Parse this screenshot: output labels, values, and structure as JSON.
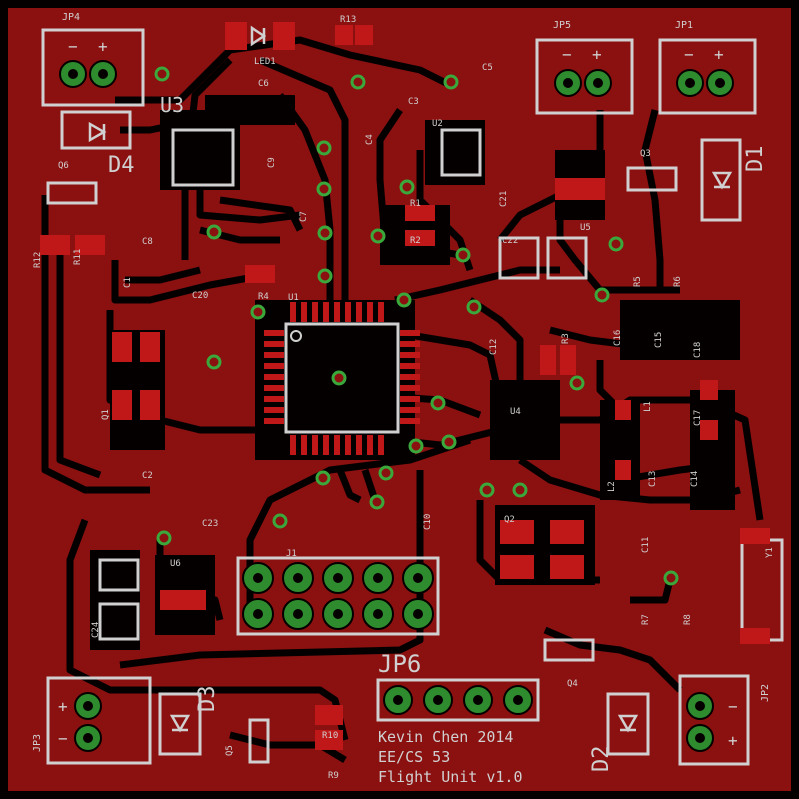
{
  "colors": {
    "copper": "#8b1010",
    "board_bg": "#050000",
    "pad": "#c01818",
    "silk": "#d0d0d0",
    "via": "#3aa83a",
    "pad_ring": "#2e8b2e"
  },
  "silkscreen": {
    "credit_line1": "Kevin Chen 2014",
    "credit_line2": "EE/CS 53",
    "credit_line3": "Flight Unit v1.0"
  },
  "labels": {
    "jp4": "JP4",
    "jp5": "JP5",
    "jp1": "JP1",
    "jp3": "JP3",
    "jp2": "JP2",
    "jp6": "JP6",
    "u1": "U1",
    "u2": "U2",
    "u3": "U3",
    "u4": "U4",
    "u5": "U5",
    "u6": "U6",
    "d1": "D1",
    "d2": "D2",
    "d3": "D3",
    "d4": "D4",
    "q1": "Q1",
    "q2": "Q2",
    "q3": "Q3",
    "q4": "Q4",
    "q5": "Q5",
    "q6": "Q6",
    "r1": "R1",
    "r2": "R2",
    "r3": "R3",
    "r4": "R4",
    "r5": "R5",
    "r6": "R6",
    "r7": "R7",
    "r8": "R8",
    "r9": "R9",
    "r10": "R10",
    "r11": "R11",
    "r12": "R12",
    "r13": "R13",
    "c1": "C1",
    "c2": "C2",
    "c3": "C3",
    "c4": "C4",
    "c5": "C5",
    "c6": "C6",
    "c7": "C7",
    "c8": "C8",
    "c9": "C9",
    "c10": "C10",
    "c11": "C11",
    "c12": "C12",
    "c13": "C13",
    "c14": "C14",
    "c15": "C15",
    "c16": "C16",
    "c17": "C17",
    "c18": "C18",
    "c20": "C20",
    "c21": "C21",
    "c22": "C22",
    "c23": "C23",
    "c24": "C24",
    "l1": "L1",
    "l2": "L2",
    "j1": "J1",
    "y1": "Y1",
    "led1": "LED1",
    "minus": "−",
    "plus": "+"
  }
}
